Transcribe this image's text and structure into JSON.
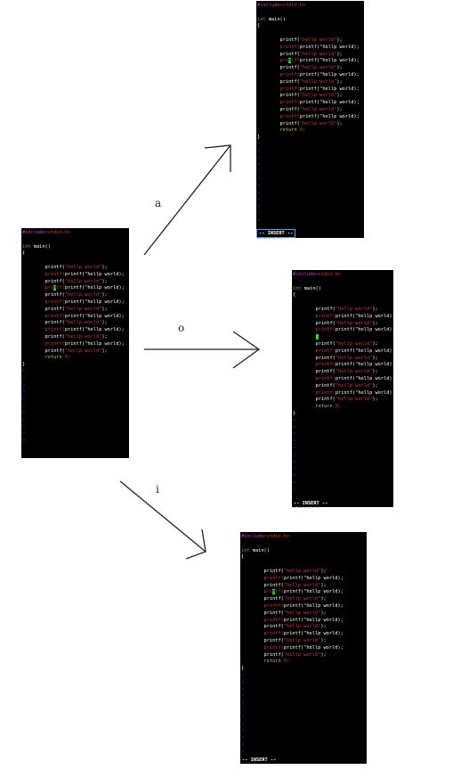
{
  "colors": {
    "background": "#ffffff",
    "terminal_bg": "#000000",
    "include": "#cc33cc",
    "keyword": "#33cc33",
    "string": "#dd3333",
    "return_keyword": "#cccc33",
    "tilde": "#3355ff",
    "cursor": "#22dd22",
    "mode_outline": "#4aa3ff",
    "arrow": "#222222"
  },
  "arrows": [
    {
      "label": "a"
    },
    {
      "label": "o"
    },
    {
      "label": "i"
    }
  ],
  "code": {
    "include": "#include",
    "include_header": "<stdio.h>",
    "main_type": "int",
    "main_name": " main()",
    "open_brace": "{",
    "close_brace": "}",
    "printf": "printf(",
    "string_literal": "\"hellp world\"",
    "printf_end": ");",
    "printf_plain": "printf(\"hellp world);",
    "return_kw": "return",
    "return_val": " 0;",
    "tilde": "~"
  },
  "panels": {
    "source": {
      "mode": ""
    },
    "append": {
      "mode": "-- INSERT --",
      "caption": "Left unset pi_hq_ _2oft_ _1"
    },
    "open_line": {
      "mode": "-- INSERT --",
      "caption": "Left unset pi_hq_ _2oft_ _1"
    },
    "insert": {
      "mode": "-- INSERT --"
    }
  }
}
